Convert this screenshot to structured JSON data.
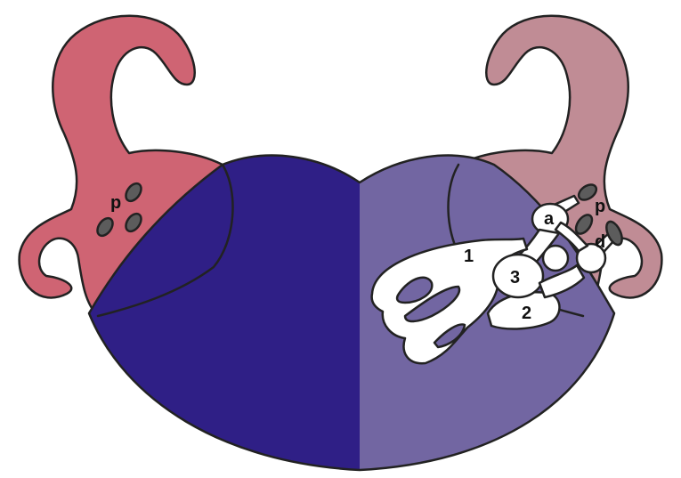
{
  "colors": {
    "left_lobe": "#cf6473",
    "right_lobe": "#c08c95",
    "body_left": "#2f1f86",
    "body_right": "#7266a2",
    "pore": "#5c5c5c",
    "outline": "#222222",
    "cavity": "#ffffff"
  },
  "labels": {
    "left_p": "p",
    "right_p": "p",
    "a": "a",
    "d": "d",
    "n1": "1",
    "n2": "2",
    "n3": "3"
  }
}
